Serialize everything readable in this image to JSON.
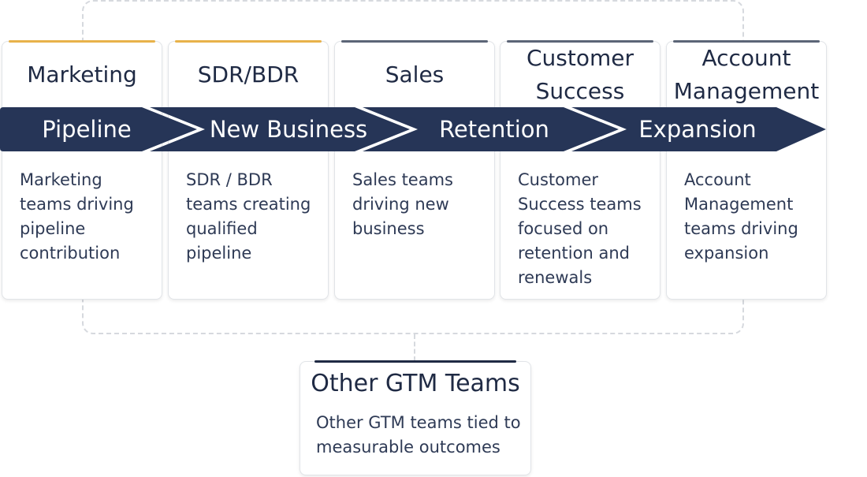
{
  "colors": {
    "navy": "#263557",
    "orange_accent": "#e8b24a",
    "dark_accent": "#5c6577",
    "dashed_border": "#d6d9de"
  },
  "teams": [
    {
      "title": "Marketing",
      "description": "Marketing\nteams driving\npipeline\ncontribution",
      "accent": "#e8b24a"
    },
    {
      "title": "SDR/BDR",
      "description": "SDR / BDR\nteams creating\nqualified\npipeline",
      "accent": "#e8b24a"
    },
    {
      "title": "Sales",
      "description": "Sales teams\ndriving new\nbusiness",
      "accent": "#5c6577"
    },
    {
      "title": "Customer\nSuccess",
      "description": "Customer\nSuccess teams\nfocused on\nretention and\nrenewals",
      "accent": "#5c6577"
    },
    {
      "title": "Account\nManagement",
      "description": "Account\nManagement\nteams driving\nexpansion",
      "accent": "#5c6577"
    }
  ],
  "stages": [
    {
      "label": "Pipeline"
    },
    {
      "label": "New Business"
    },
    {
      "label": "Retention"
    },
    {
      "label": "Expansion"
    }
  ],
  "other": {
    "title": "Other GTM Teams",
    "description": "Other GTM teams tied to\nmeasurable outcomes",
    "accent": "#1f2a44"
  }
}
